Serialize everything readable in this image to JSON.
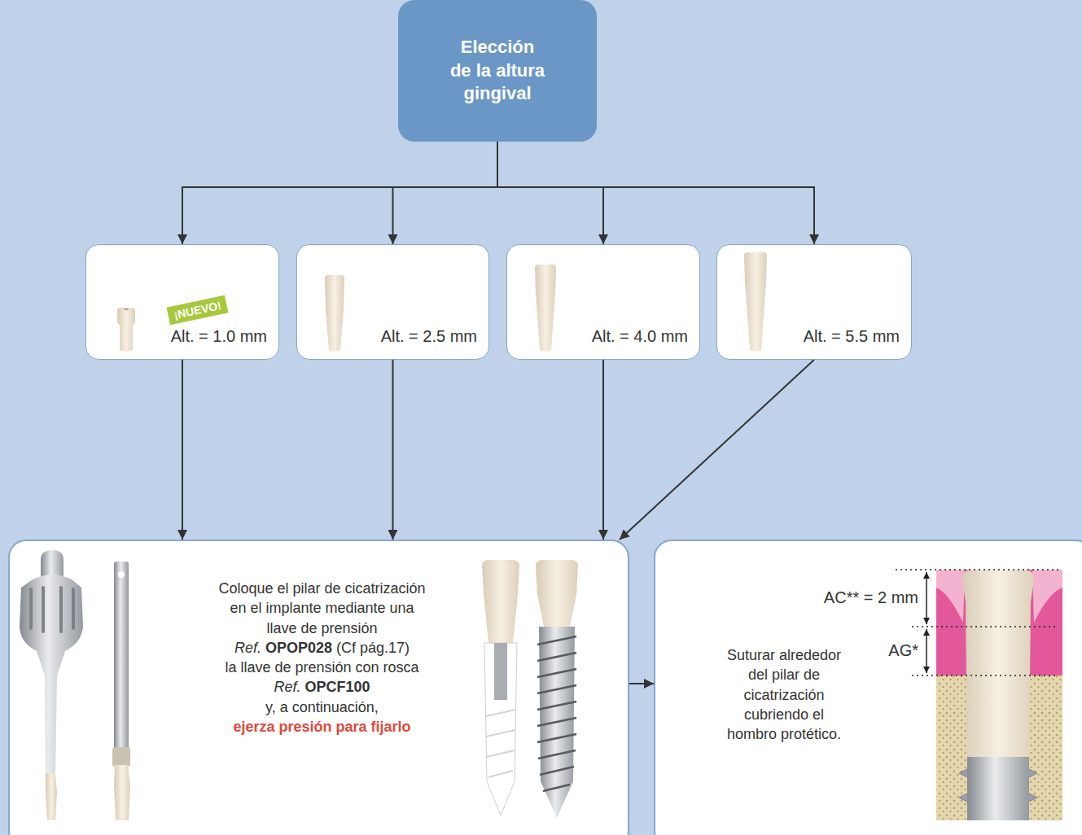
{
  "diagram": {
    "nodes": [
      {
        "text": [
          "Elección de la altura gingival"
        ]
      },
      {
        "text": [
          "¡NUEVO!",
          "Alt. = 1.0 mm"
        ]
      },
      {
        "text": [
          "Alt. = 2.5 mm"
        ]
      },
      {
        "text": [
          "Alt. = 4.0 mm"
        ]
      },
      {
        "text": [
          "Alt. = 5.5 mm"
        ]
      },
      {
        "text": [
          "Coloque el pilar de cicatrización en el implante mediante una llave de prensión",
          "Ref.",
          "OPOP028",
          "(Cf pág.17)",
          "la llave de prensión con rosca",
          "Ref.",
          "OPCF100",
          "y, a continuación,",
          "ejerza presión para fijarlo"
        ]
      },
      {
        "text": [
          "Suturar alrededor del pilar de cicatrización cubriendo el hombro protético."
        ]
      }
    ],
    "edges": [
      {
        "from": 0,
        "to": 1,
        "arrow": "to"
      },
      {
        "from": 0,
        "to": 2,
        "arrow": "to"
      },
      {
        "from": 0,
        "to": 3,
        "arrow": "to"
      },
      {
        "from": 0,
        "to": 4,
        "arrow": "to"
      },
      {
        "from": 1,
        "to": 5,
        "arrow": "to"
      },
      {
        "from": 2,
        "to": 5,
        "arrow": "to"
      },
      {
        "from": 3,
        "to": 5,
        "arrow": "to"
      },
      {
        "from": 4,
        "to": 5,
        "arrow": "to"
      },
      {
        "from": 5,
        "to": 6,
        "arrow": "to"
      }
    ],
    "labels": [
      "AC** = 2 mm",
      "AG*"
    ]
  }
}
